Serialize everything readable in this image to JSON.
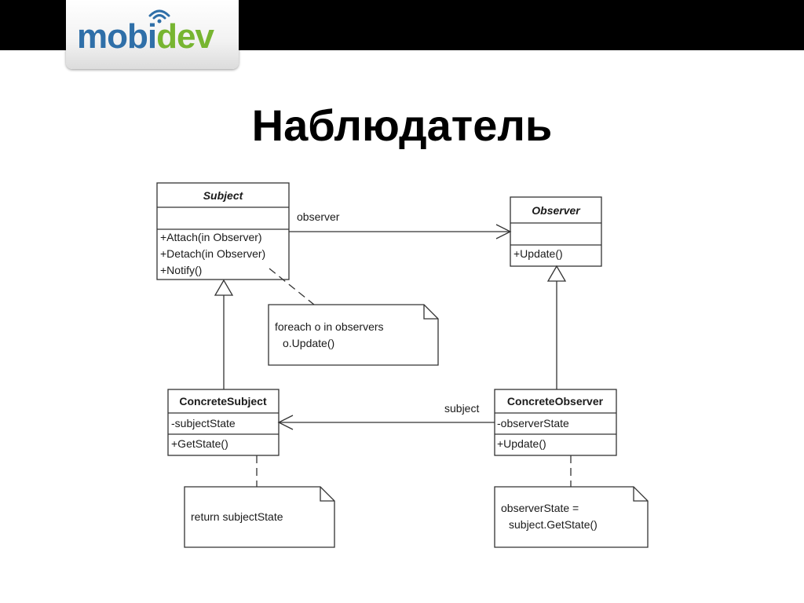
{
  "logo": {
    "part1": "mobi",
    "part2": "dev"
  },
  "title": "Наблюдатель",
  "diagram": {
    "subject": {
      "name": "Subject",
      "ops": [
        "+Attach(in Observer)",
        "+Detach(in Observer)",
        "+Notify()"
      ]
    },
    "observer": {
      "name": "Observer",
      "ops": [
        "+Update()"
      ]
    },
    "concrete_subject": {
      "name": "ConcreteSubject",
      "attrs": [
        "-subjectState"
      ],
      "ops": [
        "+GetState()"
      ]
    },
    "concrete_observer": {
      "name": "ConcreteObserver",
      "attrs": [
        "-observerState"
      ],
      "ops": [
        "+Update()"
      ]
    },
    "assoc_observer_label": "observer",
    "assoc_subject_label": "subject",
    "note_notify": [
      "foreach o in observers",
      "o.Update()"
    ],
    "note_getstate": [
      "return subjectState"
    ],
    "note_update": [
      "observerState =",
      "subject.GetState()"
    ]
  }
}
